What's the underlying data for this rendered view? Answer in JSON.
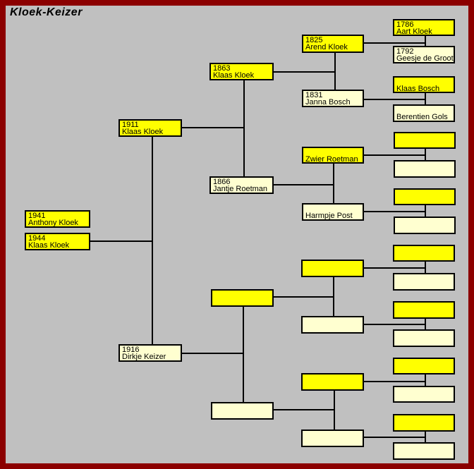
{
  "title": "Kloek-Keizer",
  "colors": {
    "male": "#FFFF00",
    "female": "#FFFFC6",
    "background": "#C0C0C0",
    "frame": "#8B0000",
    "line": "#000000"
  },
  "persons": [
    {
      "year": "1941",
      "name": "Anthony Kloek",
      "sex": "male"
    },
    {
      "year": "1944",
      "name": "Klaas Kloek",
      "sex": "male"
    },
    {
      "year": "1911",
      "name": "Klaas Kloek",
      "sex": "male"
    },
    {
      "year": "1916",
      "name": "Dirkje Keizer",
      "sex": "female"
    },
    {
      "year": "1863",
      "name": "Klaas Kloek",
      "sex": "male"
    },
    {
      "year": "1866",
      "name": "Jantje Roetman",
      "sex": "female"
    },
    {
      "year": "",
      "name": "",
      "sex": "male"
    },
    {
      "year": "",
      "name": "",
      "sex": "female"
    },
    {
      "year": "1825",
      "name": "Arend Kloek",
      "sex": "male"
    },
    {
      "year": "1831",
      "name": "Janna Bosch",
      "sex": "female"
    },
    {
      "year": "",
      "name": "Zwier Roetman",
      "sex": "male"
    },
    {
      "year": "",
      "name": "Harmpje Post",
      "sex": "female"
    },
    {
      "year": "",
      "name": "",
      "sex": "male"
    },
    {
      "year": "",
      "name": "",
      "sex": "female"
    },
    {
      "year": "",
      "name": "",
      "sex": "male"
    },
    {
      "year": "",
      "name": "",
      "sex": "female"
    },
    {
      "year": "1786",
      "name": "Aart Kloek",
      "sex": "male"
    },
    {
      "year": "1792",
      "name": "Geesje de Groot",
      "sex": "female"
    },
    {
      "year": "",
      "name": "Klaas Bosch",
      "sex": "male"
    },
    {
      "year": "",
      "name": "Berentien Gols",
      "sex": "female"
    },
    {
      "year": "",
      "name": "",
      "sex": "male"
    },
    {
      "year": "",
      "name": "",
      "sex": "female"
    },
    {
      "year": "",
      "name": "",
      "sex": "male"
    },
    {
      "year": "",
      "name": "",
      "sex": "female"
    },
    {
      "year": "",
      "name": "",
      "sex": "male"
    },
    {
      "year": "",
      "name": "",
      "sex": "female"
    },
    {
      "year": "",
      "name": "",
      "sex": "male"
    },
    {
      "year": "",
      "name": "",
      "sex": "female"
    },
    {
      "year": "",
      "name": "",
      "sex": "male"
    },
    {
      "year": "",
      "name": "",
      "sex": "female"
    },
    {
      "year": "",
      "name": "",
      "sex": "male"
    },
    {
      "year": "",
      "name": "",
      "sex": "female"
    }
  ]
}
